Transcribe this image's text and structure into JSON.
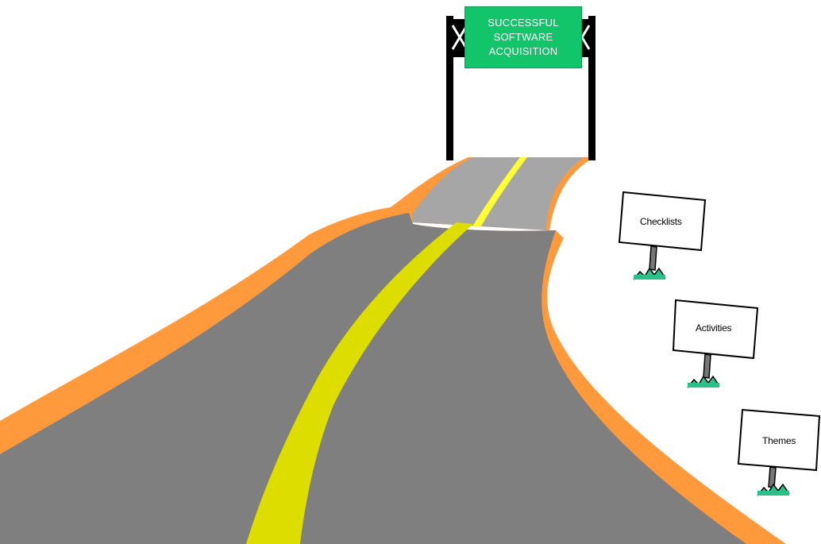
{
  "gantry": {
    "line1": "SUCCESSFUL",
    "line2": "SOFTWARE",
    "line3": "ACQUISITION"
  },
  "signposts": [
    {
      "label": "Checklists"
    },
    {
      "label": "Activities"
    },
    {
      "label": "Themes"
    }
  ],
  "colors": {
    "road": "#7f7f7f",
    "road_far": "#a6a6a6",
    "shoulder": "#ff9a3c",
    "center_line": "#dddd00",
    "center_line_far": "#ffff33",
    "gantry_sign": "#12c46a",
    "grass": "#2bbf8a"
  }
}
